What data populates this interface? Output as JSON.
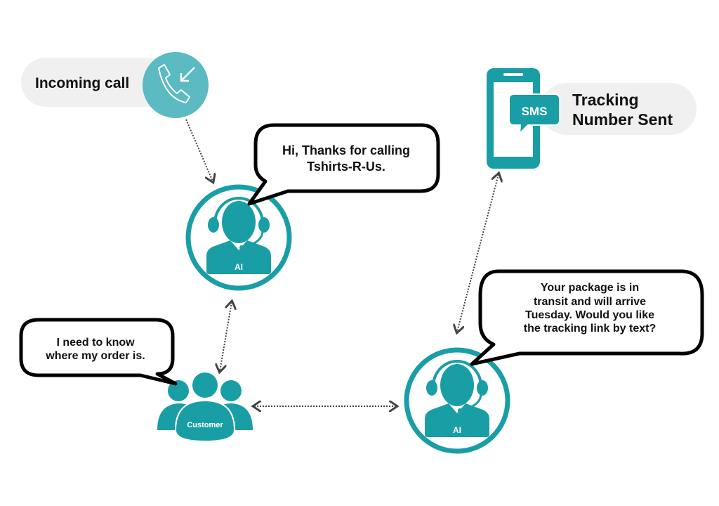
{
  "colors": {
    "teal": "#1a9ea5",
    "phone_circle": "#5bbac2",
    "pill": "#f0f0f0",
    "text": "#111111"
  },
  "incoming": {
    "label": "Incoming call",
    "icon": "incoming-call-icon"
  },
  "sms": {
    "badge": "SMS",
    "line1": "Tracking",
    "line2": "Number Sent",
    "icon": "smartphone-icon"
  },
  "agent1": {
    "label": "AI",
    "bubble": [
      "Hi, Thanks for calling",
      "Tshirts-R-Us."
    ]
  },
  "customer": {
    "label": "Customer",
    "bubble": [
      "I need to know",
      "where my order is."
    ]
  },
  "agent2": {
    "label": "AI",
    "bubble": [
      "Your package is in",
      "transit and will arrive",
      "Tuesday. Would you like",
      "the tracking link by text?"
    ]
  }
}
